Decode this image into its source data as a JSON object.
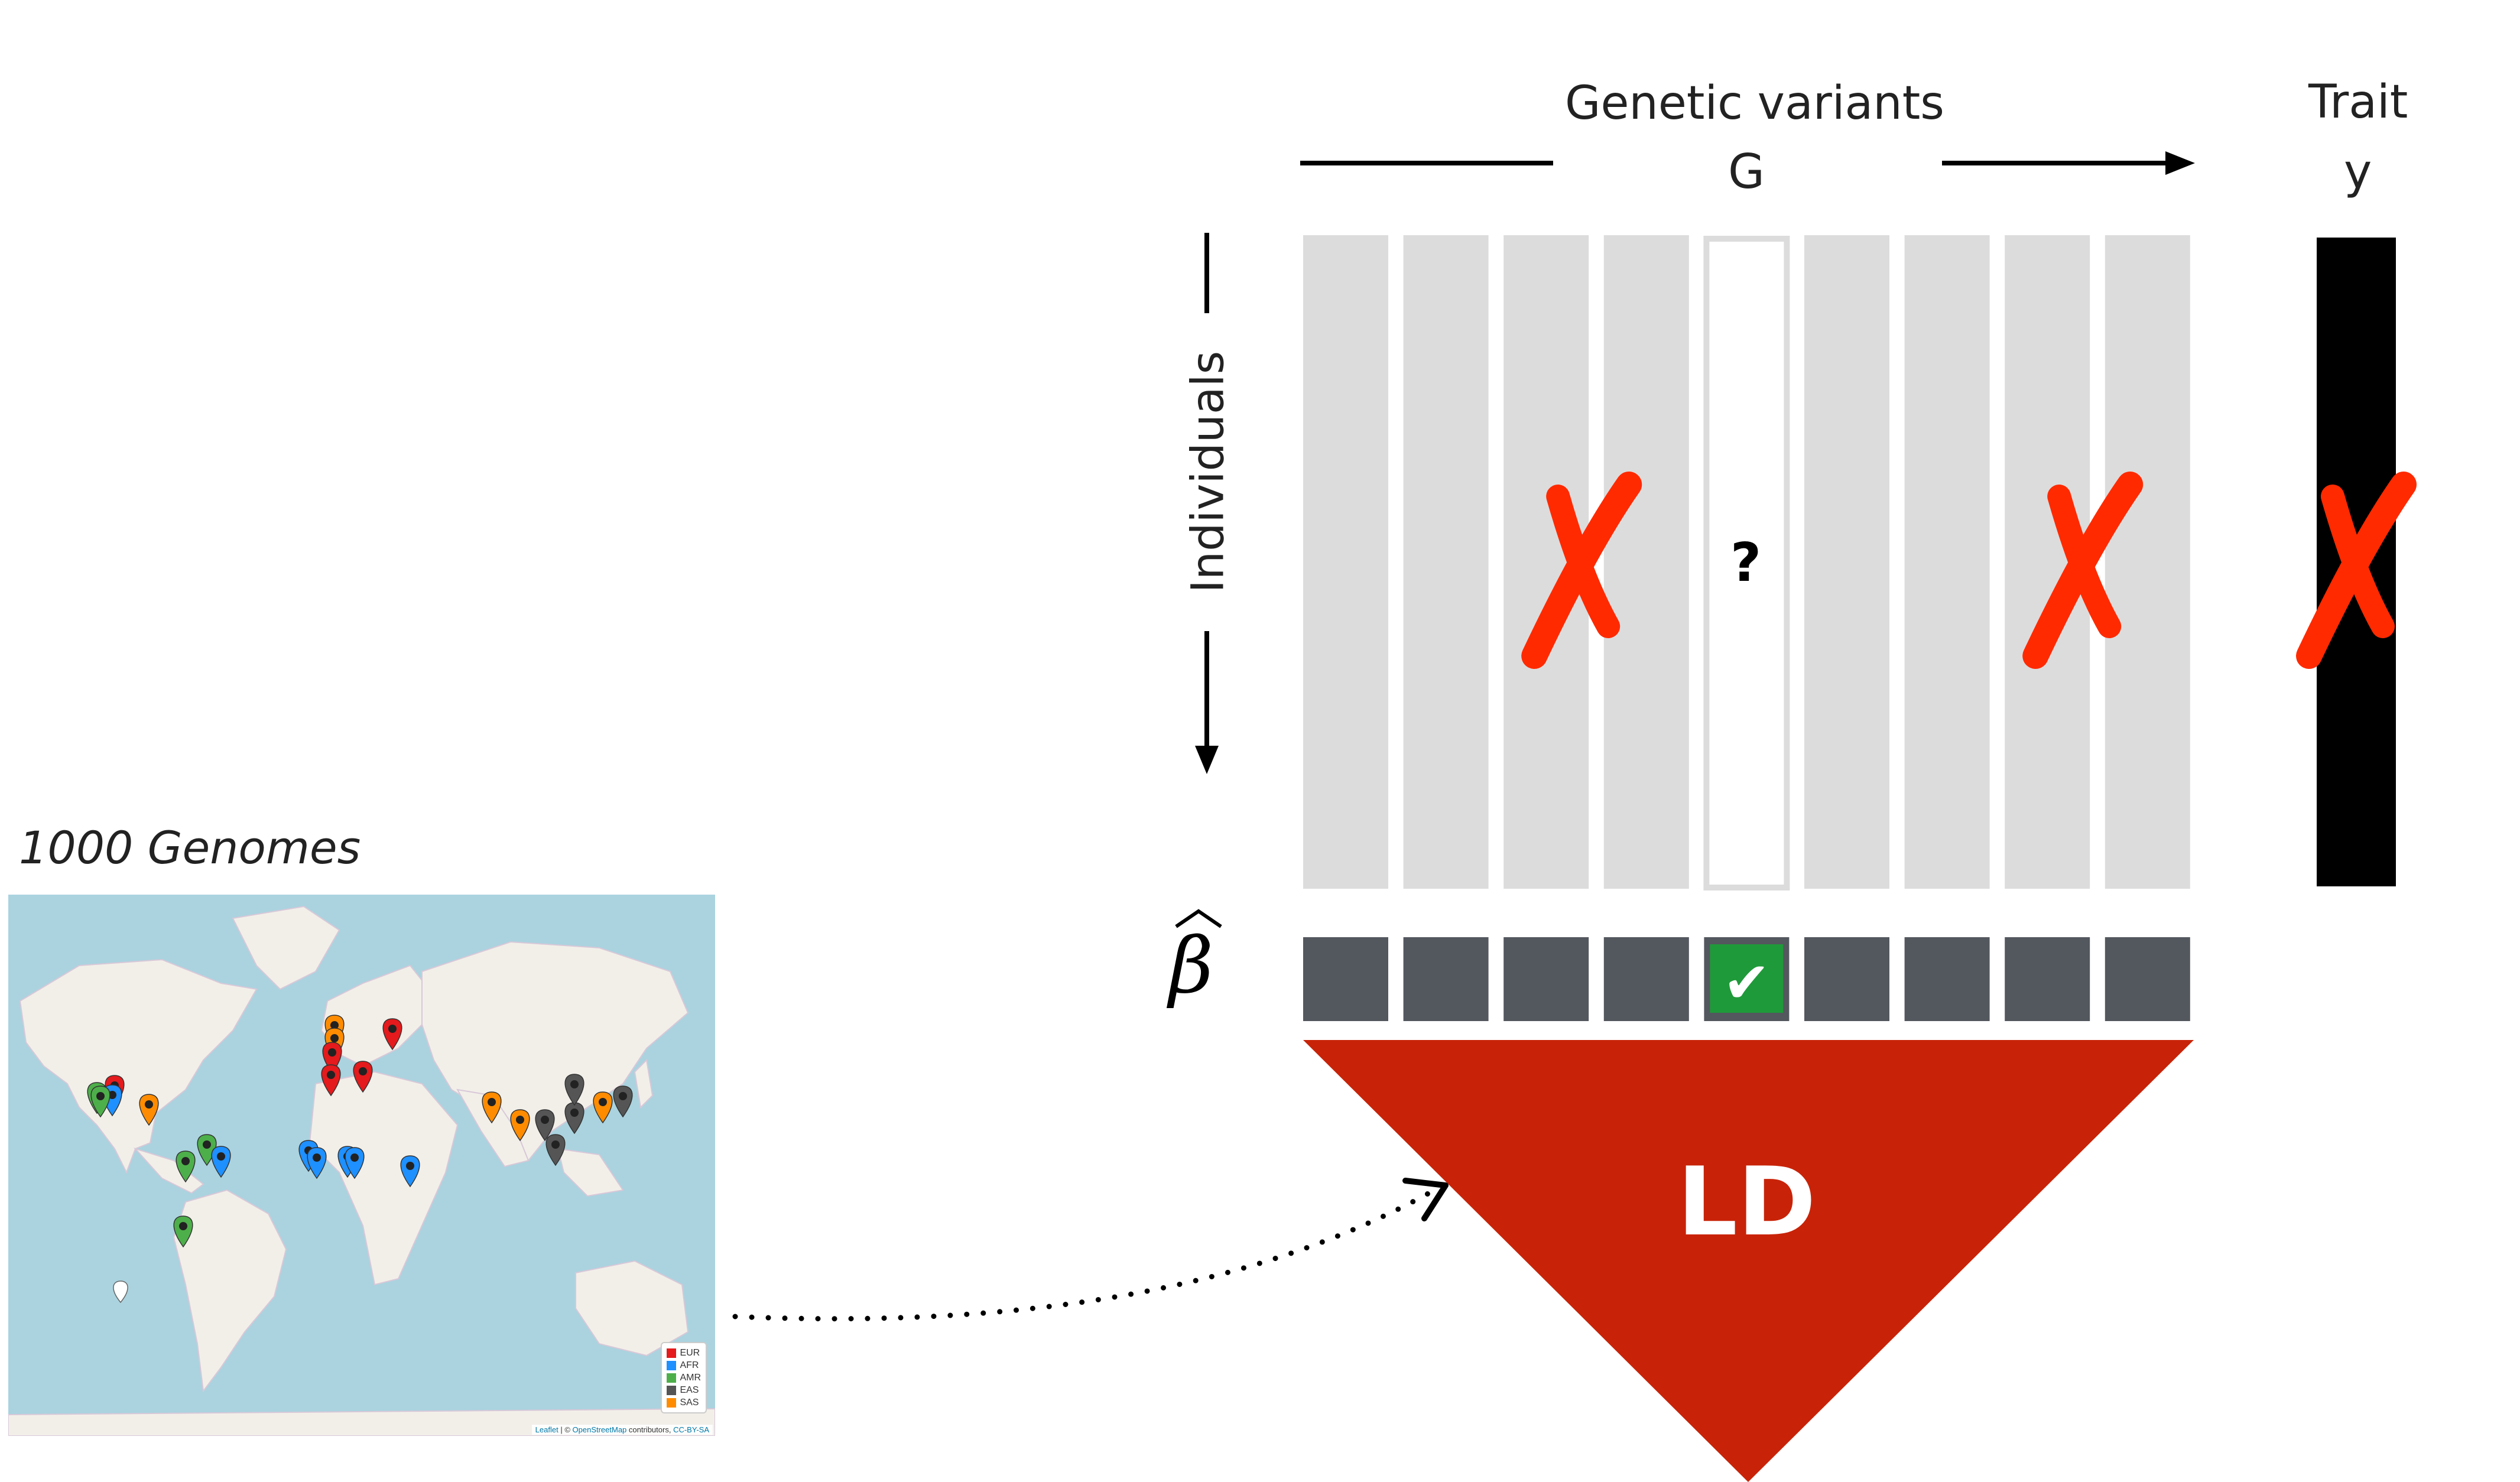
{
  "header": {
    "variants_label": "Genetic variants",
    "variants_symbol": "G",
    "trait_label": "Trait",
    "trait_symbol": "y",
    "individuals_label": "Individuals"
  },
  "matrix": {
    "variant_count": 9,
    "unknown_index": 4,
    "unknown_mark": "?",
    "crossed_variant_indices": [
      2,
      7
    ],
    "trait_crossed": true
  },
  "beta": {
    "symbol": "β",
    "checked_index": 4,
    "check_mark": "✔"
  },
  "ld": {
    "label": "LD"
  },
  "reference_panel": {
    "title": "1000 Genomes",
    "legend": [
      {
        "code": "EUR",
        "color": "#e41a1c"
      },
      {
        "code": "AFR",
        "color": "#1e90ff"
      },
      {
        "code": "AMR",
        "color": "#4daf4a"
      },
      {
        "code": "EAS",
        "color": "#555555"
      },
      {
        "code": "SAS",
        "color": "#ff8c00"
      }
    ],
    "attribution": {
      "leaflet": "Leaflet",
      "sep": " | © ",
      "osm": "OpenStreetMap",
      "contrib": " contributors, ",
      "license": "CC-BY-SA"
    }
  },
  "colors": {
    "column": "#dcdcdc",
    "beta_cell": "#53575e",
    "ld_triangle": "#c82308",
    "cross": "#ff2a00",
    "check_bg": "#1f9a3a",
    "trait_bar": "#000000",
    "water": "#aad3df",
    "land": "#f2efe9"
  }
}
